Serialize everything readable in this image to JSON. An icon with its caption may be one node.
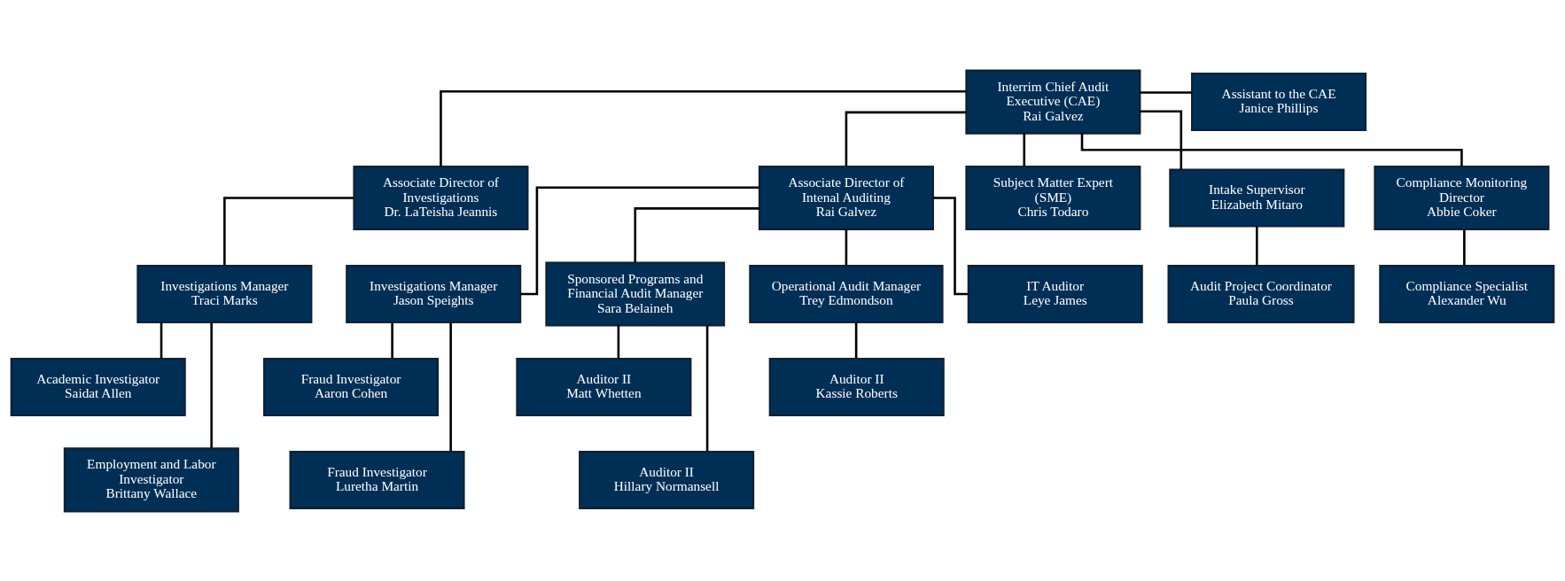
{
  "diagram": {
    "nodes": [
      {
        "text": [
          "Interrim Chief Audit Executive (CAE)",
          "Rai Galvez"
        ]
      },
      {
        "text": [
          "Assistant to the CAE",
          "Janice Phillips"
        ]
      },
      {
        "text": [
          "Associate Director of Investigations",
          "Dr. LaTeisha Jeannis"
        ]
      },
      {
        "text": [
          "Associate Director of Intenal Auditing",
          "Rai Galvez"
        ]
      },
      {
        "text": [
          "Subject Matter Expert (SME)",
          "Chris Todaro"
        ]
      },
      {
        "text": [
          "Intake Supervisor",
          "Elizabeth Mitaro"
        ]
      },
      {
        "text": [
          "Compliance Monitoring Director",
          "Abbie Coker"
        ]
      },
      {
        "text": [
          "Investigations Manager",
          "Traci Marks"
        ]
      },
      {
        "text": [
          "Investigations Manager",
          "Jason Speights"
        ]
      },
      {
        "text": [
          "Sponsored Programs and Financial Audit Manager",
          "Sara Belaineh"
        ]
      },
      {
        "text": [
          "Operational Audit Manager",
          "Trey Edmondson"
        ]
      },
      {
        "text": [
          "IT Auditor",
          "Leye James"
        ]
      },
      {
        "text": [
          "Audit Project Coordinator",
          "Paula Gross"
        ]
      },
      {
        "text": [
          "Compliance Specialist",
          "Alexander Wu"
        ]
      },
      {
        "text": [
          "Academic Investigator",
          "Saidat Allen"
        ]
      },
      {
        "text": [
          "Fraud Investigator",
          "Aaron Cohen"
        ]
      },
      {
        "text": [
          "Auditor II",
          "Matt Whetten"
        ]
      },
      {
        "text": [
          "Auditor II",
          "Kassie Roberts"
        ]
      },
      {
        "text": [
          "Employment and Labor Investigator",
          "Brittany Wallace"
        ]
      },
      {
        "text": [
          "Fraud Investigator",
          "Luretha Martin"
        ]
      },
      {
        "text": [
          "Auditor II",
          "Hillary Normansell"
        ]
      }
    ],
    "edges": [
      {
        "from": 0,
        "to": 1,
        "arrow": "none"
      },
      {
        "from": 0,
        "to": 2,
        "arrow": "none"
      },
      {
        "from": 0,
        "to": 3,
        "arrow": "none"
      },
      {
        "from": 0,
        "to": 4,
        "arrow": "none"
      },
      {
        "from": 0,
        "to": 5,
        "arrow": "none"
      },
      {
        "from": 0,
        "to": 6,
        "arrow": "none"
      },
      {
        "from": 2,
        "to": 7,
        "arrow": "none"
      },
      {
        "from": 3,
        "to": 8,
        "arrow": "none"
      },
      {
        "from": 3,
        "to": 9,
        "arrow": "none"
      },
      {
        "from": 3,
        "to": 10,
        "arrow": "none"
      },
      {
        "from": 3,
        "to": 11,
        "arrow": "none"
      },
      {
        "from": 5,
        "to": 12,
        "arrow": "none"
      },
      {
        "from": 6,
        "to": 13,
        "arrow": "none"
      },
      {
        "from": 7,
        "to": 14,
        "arrow": "none"
      },
      {
        "from": 7,
        "to": 18,
        "arrow": "none"
      },
      {
        "from": 8,
        "to": 15,
        "arrow": "none"
      },
      {
        "from": 8,
        "to": 19,
        "arrow": "none"
      },
      {
        "from": 9,
        "to": 16,
        "arrow": "none"
      },
      {
        "from": 9,
        "to": 20,
        "arrow": "none"
      },
      {
        "from": 10,
        "to": 17,
        "arrow": "none"
      }
    ]
  }
}
